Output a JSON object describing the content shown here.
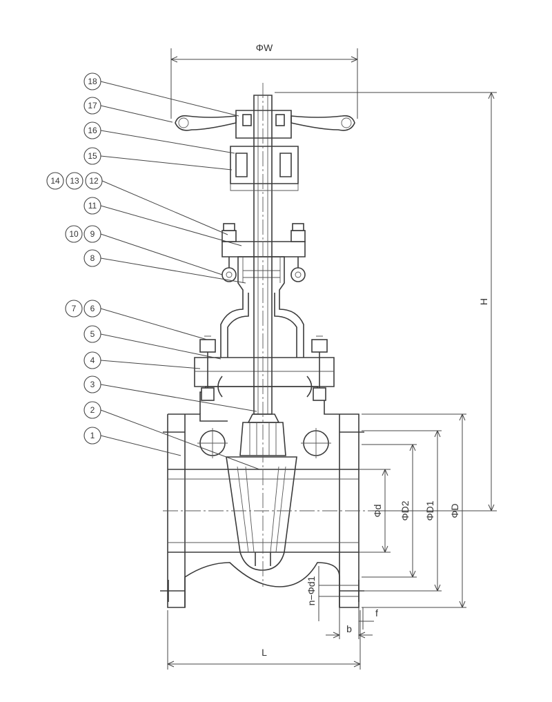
{
  "parts": [
    {
      "id": "18",
      "label": "18"
    },
    {
      "id": "17",
      "label": "17"
    },
    {
      "id": "16",
      "label": "16"
    },
    {
      "id": "15",
      "label": "15"
    },
    {
      "id": "14",
      "label": "14"
    },
    {
      "id": "13",
      "label": "13"
    },
    {
      "id": "12",
      "label": "12"
    },
    {
      "id": "11",
      "label": "11"
    },
    {
      "id": "10",
      "label": "10"
    },
    {
      "id": "9",
      "label": "9"
    },
    {
      "id": "8",
      "label": "8"
    },
    {
      "id": "7",
      "label": "7"
    },
    {
      "id": "6",
      "label": "6"
    },
    {
      "id": "5",
      "label": "5"
    },
    {
      "id": "4",
      "label": "4"
    },
    {
      "id": "3",
      "label": "3"
    },
    {
      "id": "2",
      "label": "2"
    },
    {
      "id": "1",
      "label": "1"
    }
  ],
  "dimensions": {
    "handwheel_diameter": "ΦW",
    "height": "H",
    "bore": "Φd",
    "raised_face": "ΦD2",
    "bolt_circle": "ΦD1",
    "flange_outer": "ΦD",
    "bolt_holes": "n−Φd1",
    "flange_thickness": "b",
    "raised_face_height": "f",
    "length": "L"
  }
}
